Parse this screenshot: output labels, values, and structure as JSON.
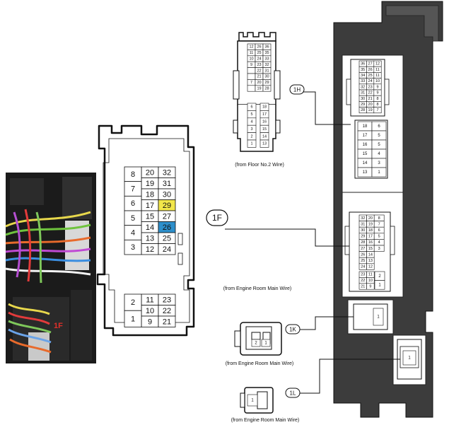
{
  "colors": {
    "highlight_yellow": "#f2e64a",
    "highlight_blue": "#2d8fcb",
    "block_dark": "#3c3c3c",
    "line": "#111111"
  },
  "photo": {
    "label": "1F"
  },
  "connector_1F": {
    "left_pins": [
      {
        "label": "8"
      },
      {
        "label": "7"
      },
      {
        "label": "6"
      },
      {
        "label": "5"
      },
      {
        "label": "4"
      },
      {
        "label": "3"
      }
    ],
    "upper_rows": [
      [
        "20",
        "32"
      ],
      [
        "19",
        "31"
      ],
      [
        "18",
        "30"
      ],
      [
        "17",
        "29"
      ],
      [
        "15",
        "27"
      ],
      [
        "14",
        "26"
      ],
      [
        "13",
        "25"
      ],
      [
        "12",
        "24"
      ]
    ],
    "lower_rows": [
      [
        "2",
        "11",
        "23"
      ],
      [
        "",
        "10",
        "22"
      ],
      [
        "1",
        "9",
        "21"
      ]
    ],
    "highlighted": {
      "yellow": "29",
      "blue": "26"
    }
  },
  "connector_1H": {
    "tag": "1H",
    "caption": "(from Floor No.2 Wire)",
    "grid_rows": [
      [
        "12",
        "26",
        "36"
      ],
      [
        "11",
        "25",
        "35"
      ],
      [
        "10",
        "24",
        "33"
      ],
      [
        "9",
        "23",
        "32"
      ],
      [
        "",
        "22",
        "31"
      ],
      [
        "",
        "21",
        "30"
      ],
      [
        "7",
        "20",
        "29"
      ],
      [
        "",
        "19",
        "28"
      ]
    ],
    "pin_rows": [
      [
        "6",
        "18"
      ],
      [
        "5",
        "17"
      ],
      [
        "4",
        "16"
      ],
      [
        "3",
        "15"
      ],
      [
        "2",
        "14"
      ],
      [
        "1",
        "13"
      ]
    ]
  },
  "tags": {
    "main": "1F",
    "k": "1K",
    "l": "1L"
  },
  "captions": {
    "engine_main": "(from Engine Room Main Wire)",
    "k": "(from Engine Room Main Wire)",
    "l": "(from Engine Room Main Wire)"
  },
  "connector_1K": {
    "pins": [
      "2",
      "1"
    ]
  },
  "connector_1L": {
    "pins": [
      "1"
    ]
  },
  "block": {
    "top_grid": [
      [
        "36",
        "27",
        "12"
      ],
      [
        "35",
        "26",
        "11"
      ],
      [
        "34",
        "25",
        "11"
      ],
      [
        "33",
        "24",
        "10"
      ],
      [
        "32",
        "23",
        "9"
      ],
      [
        "31",
        "22",
        "9"
      ],
      [
        "30",
        "21",
        "8"
      ],
      [
        "29",
        "20",
        "8"
      ],
      [
        "28",
        "19",
        "7"
      ]
    ],
    "top_pins": [
      [
        "18",
        "6"
      ],
      [
        "17",
        "5"
      ],
      [
        "16",
        "5"
      ],
      [
        "15",
        "4"
      ],
      [
        "14",
        "3"
      ],
      [
        "13",
        "1"
      ]
    ],
    "mid_grid": [
      [
        "32",
        "20",
        "8"
      ],
      [
        "31",
        "19",
        "7"
      ],
      [
        "30",
        "18",
        "6"
      ],
      [
        "29",
        "17",
        "5"
      ],
      [
        "28",
        "16",
        "4"
      ],
      [
        "27",
        "15",
        "3"
      ],
      [
        "26",
        "14",
        ""
      ],
      [
        "25",
        "13",
        ""
      ],
      [
        "24",
        "12",
        ""
      ]
    ],
    "mid_lower": [
      [
        "23",
        "11",
        "2"
      ],
      [
        "22",
        "10",
        ""
      ],
      [
        "21",
        "9",
        "1"
      ]
    ],
    "single_pin": "1",
    "k_pin": "1"
  }
}
